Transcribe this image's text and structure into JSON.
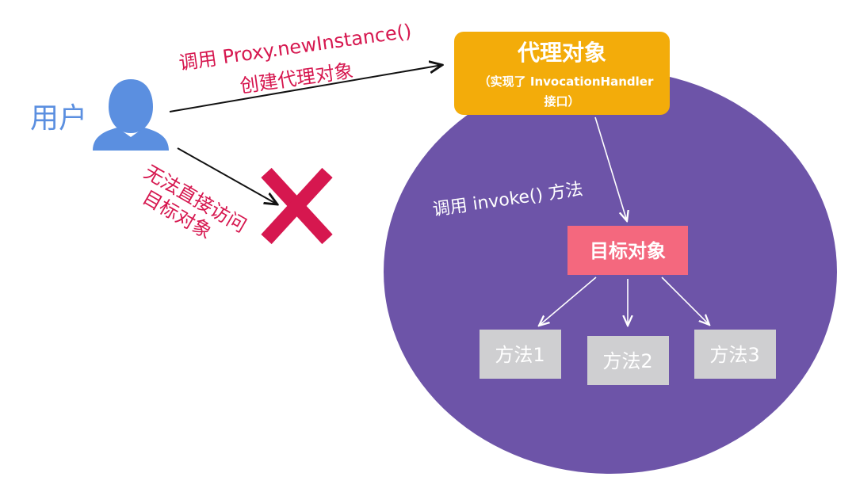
{
  "colors": {
    "circle": "#6d54a8",
    "proxy_box": "#f3ac0a",
    "target_box": "#f4687e",
    "method_box": "#cfcfd1",
    "user": "#5b8fe0",
    "accent_red": "#d6174f"
  },
  "user": {
    "label": "用户",
    "icon": "user-icon"
  },
  "create_call": {
    "line1": "调用 Proxy.newInstance()",
    "line2": "创建代理对象"
  },
  "blocked": {
    "line1": "无法直接访问",
    "line2": "目标对象",
    "icon": "cross-icon"
  },
  "proxy_object": {
    "title": "代理对象",
    "subtitle_line1": "（实现了 InvocationHandler",
    "subtitle_line2": "接口）"
  },
  "invoke_call": {
    "label": "调用 invoke() 方法"
  },
  "target_object": {
    "label": "目标对象"
  },
  "methods": [
    {
      "label": "方法1"
    },
    {
      "label": "方法2"
    },
    {
      "label": "方法3"
    }
  ]
}
